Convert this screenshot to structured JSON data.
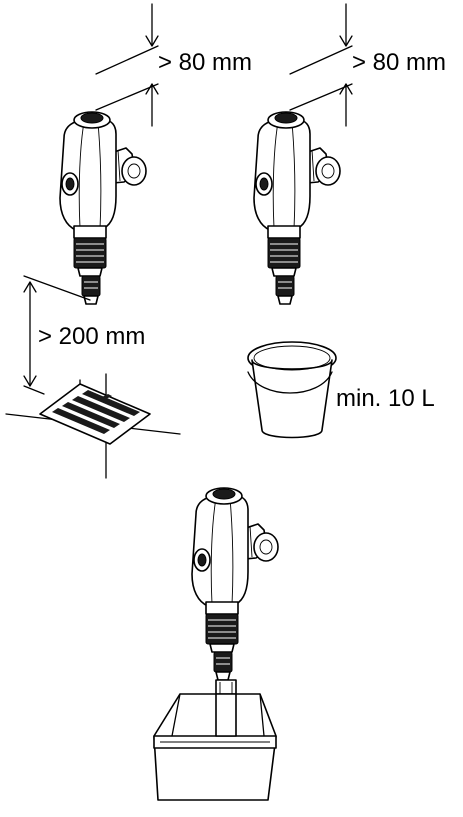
{
  "labels": {
    "clearance_top_left": "> 80 mm",
    "clearance_top_right": "> 80 mm",
    "clearance_floor": "> 200 mm",
    "bucket_volume": "min. 10 L"
  },
  "colors": {
    "line": "#000000",
    "background": "#ffffff"
  }
}
